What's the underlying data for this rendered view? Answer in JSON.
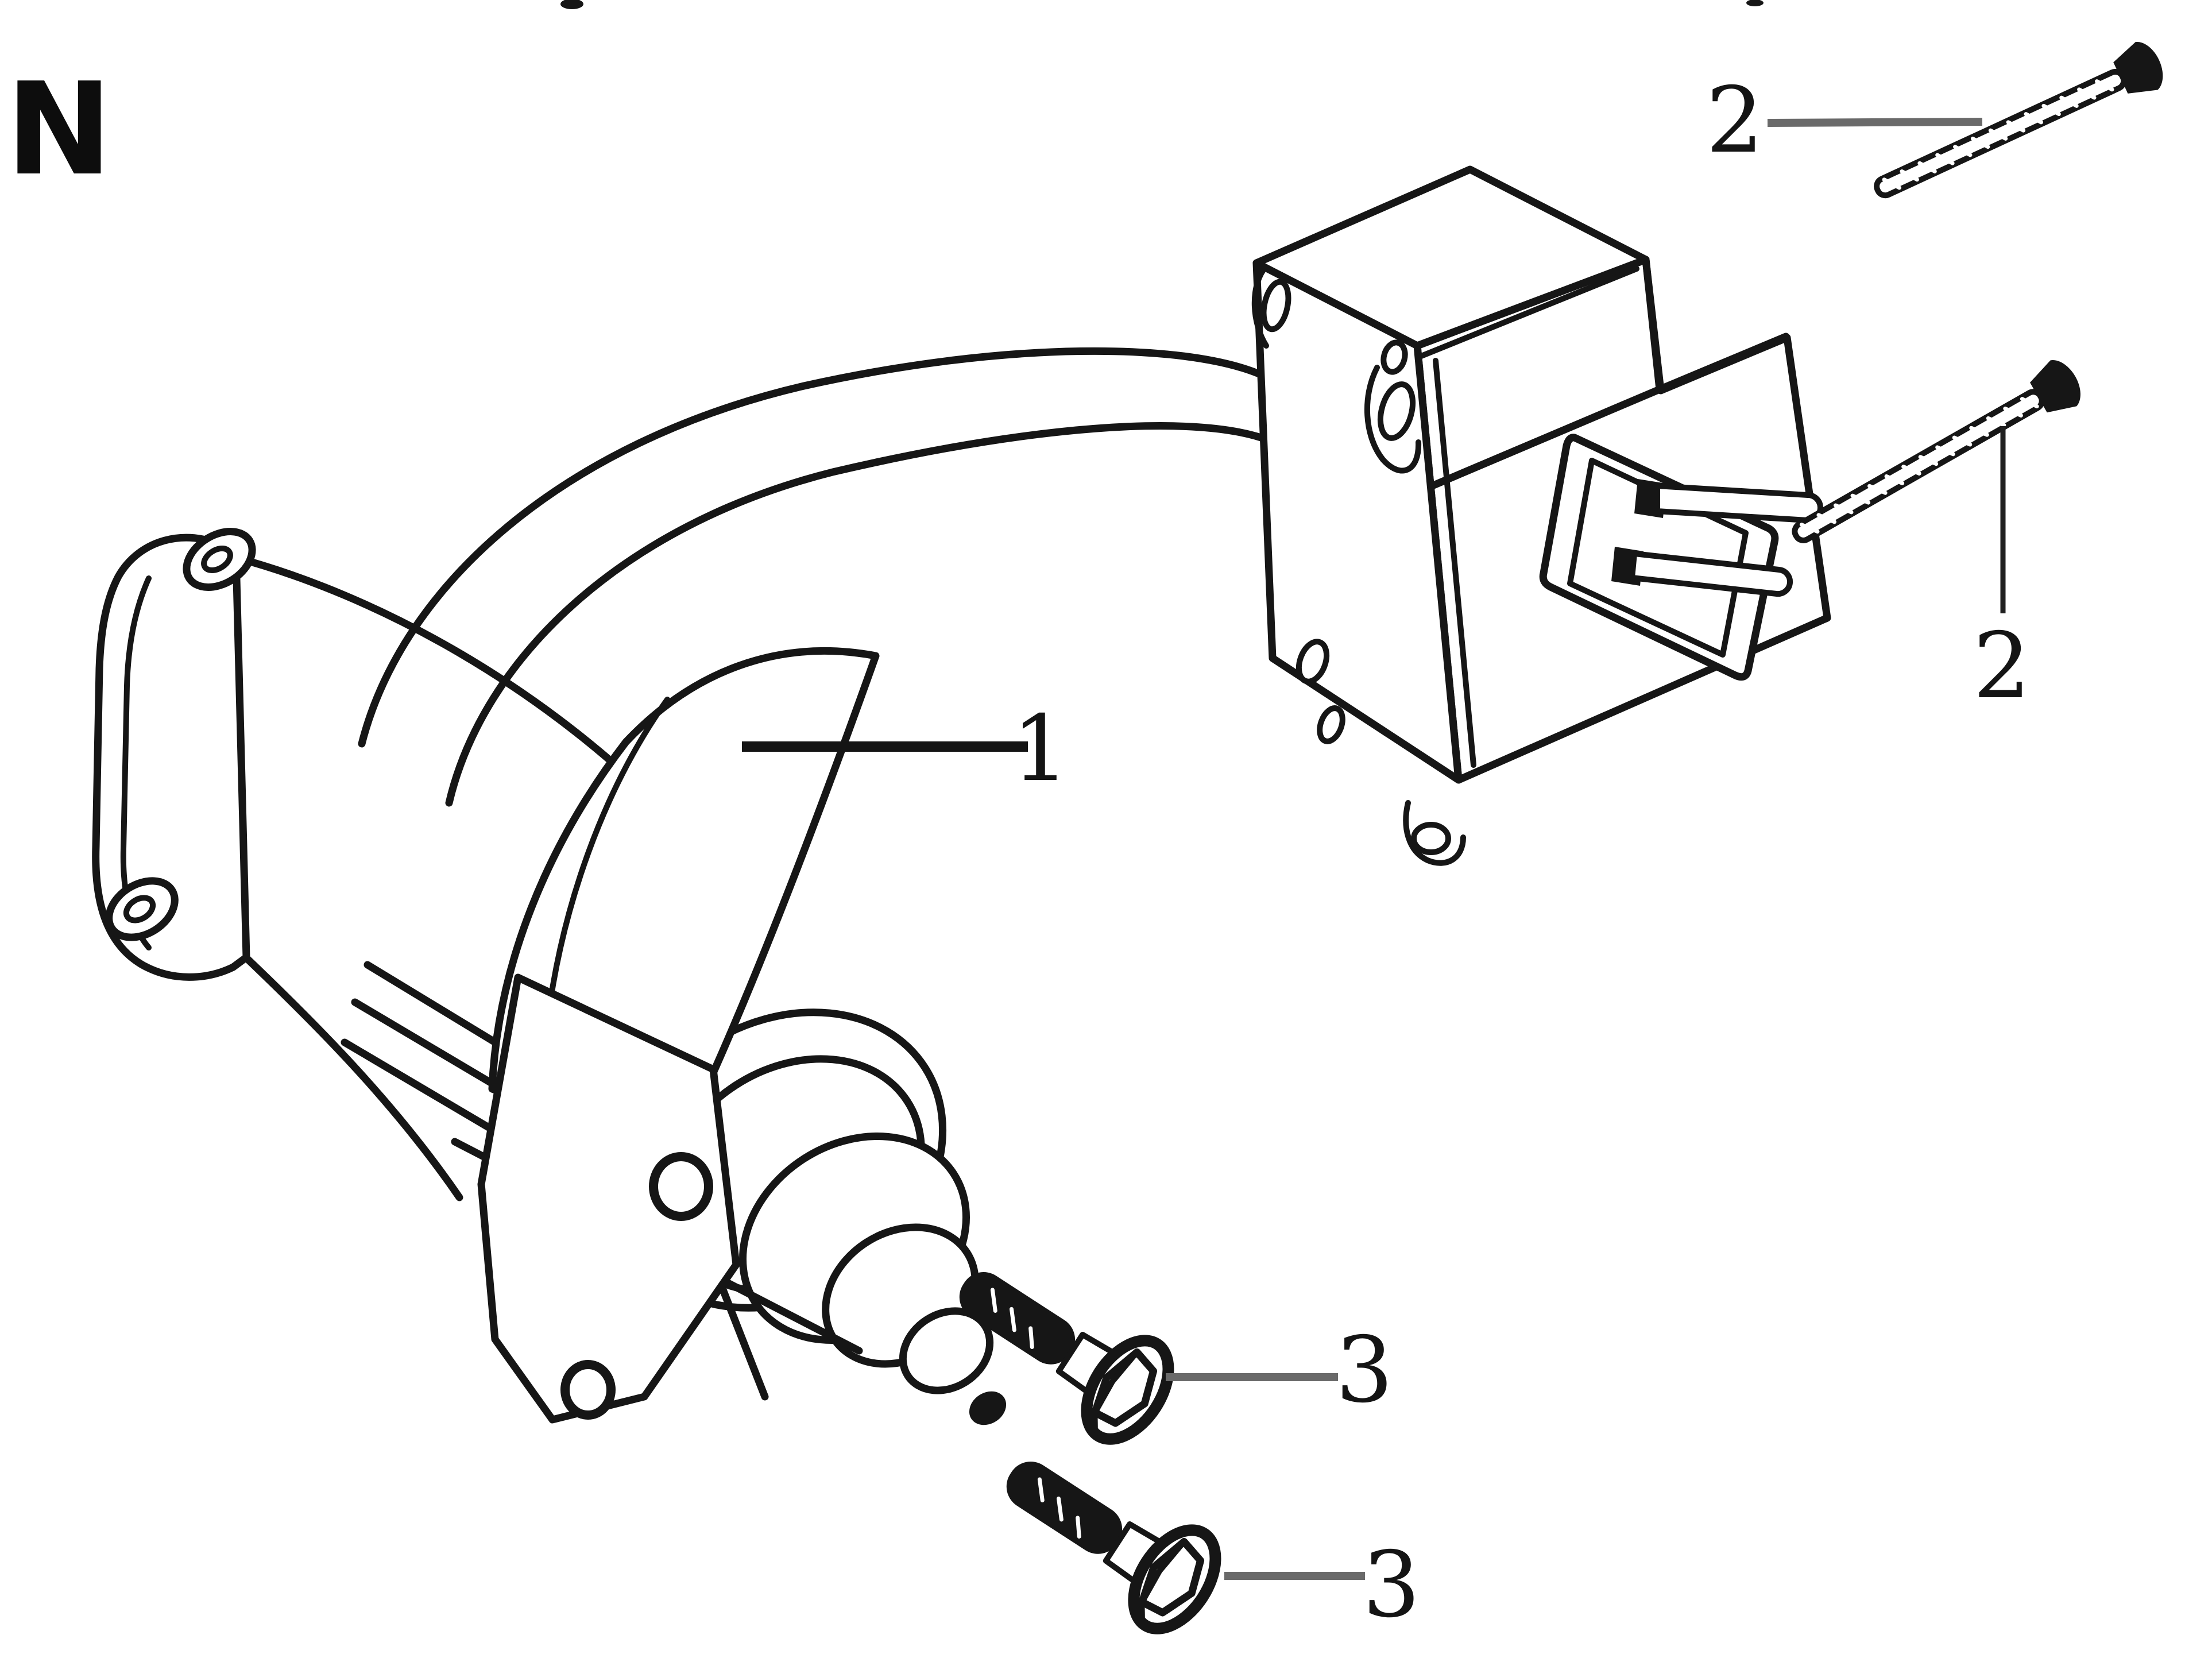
{
  "colors": {
    "background": "#ffffff",
    "ink": "#161616",
    "leader_gray": "#6a6a6a",
    "leader_black": "#141414"
  },
  "diagram": {
    "section_letter": "N",
    "type": "exploded-parts-line-drawing",
    "callouts": [
      {
        "id": "callout-1",
        "label": "1",
        "points_to": "starter-motor-assembly"
      },
      {
        "id": "callout-2-top",
        "label": "2",
        "points_to": "long-mounting-screw-upper"
      },
      {
        "id": "callout-2-right",
        "label": "2",
        "points_to": "long-mounting-screw-lower"
      },
      {
        "id": "callout-3-upper",
        "label": "3",
        "points_to": "flange-bolt-upper"
      },
      {
        "id": "callout-3-lower",
        "label": "3",
        "points_to": "flange-bolt-lower"
      }
    ]
  }
}
